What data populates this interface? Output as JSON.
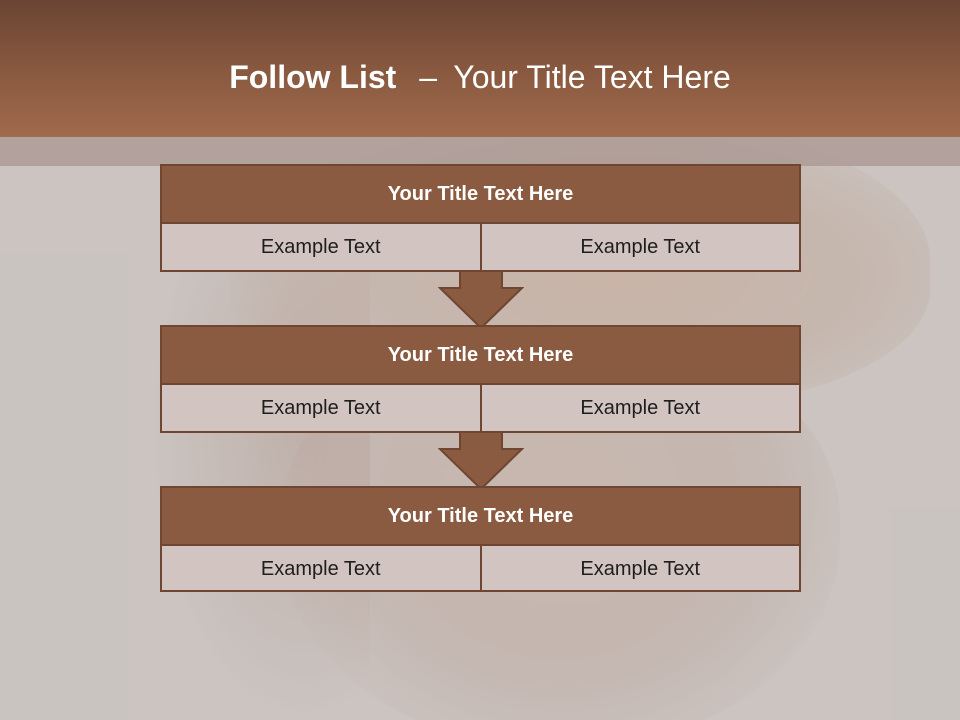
{
  "slide": {
    "title_bold": "Follow List",
    "title_separator": "–",
    "title_rest": "Your Title Text Here"
  },
  "steps": [
    {
      "title": "Your Title Text Here",
      "left": "Example Text",
      "right": "Example Text"
    },
    {
      "title": "Your Title Text Here",
      "left": "Example Text",
      "right": "Example Text"
    },
    {
      "title": "Your Title Text Here",
      "left": "Example Text",
      "right": "Example Text"
    }
  ],
  "colors": {
    "header": "#8a5a40",
    "box_title": "#8b5b41",
    "box_body": "#d2c4c1",
    "border": "#6e4632"
  }
}
